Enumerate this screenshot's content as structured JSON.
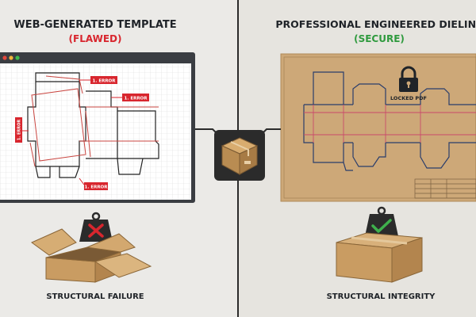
{
  "left": {
    "title": "WEB-GENERATED TEMPLATE",
    "status": "(FLAWED)",
    "errors": [
      "1. ERROR",
      "1. ERROR",
      "1. ERROR",
      "1. ERROR"
    ],
    "caption": "STRUCTURAL FAILURE",
    "weight_icon": "weight-x-icon"
  },
  "right": {
    "title": "PROFESSIONAL ENGINEERED DIELINE",
    "status": "(SECURE)",
    "lock_label": "LOCKED PDF",
    "caption": "STRUCTURAL INTEGRITY",
    "weight_icon": "weight-check-icon"
  },
  "colors": {
    "error_red": "#d8262e",
    "secure_green": "#2f9a3e",
    "ink": "#1f2328",
    "kraft": "#cda878",
    "cardboard": "#c79b63"
  }
}
